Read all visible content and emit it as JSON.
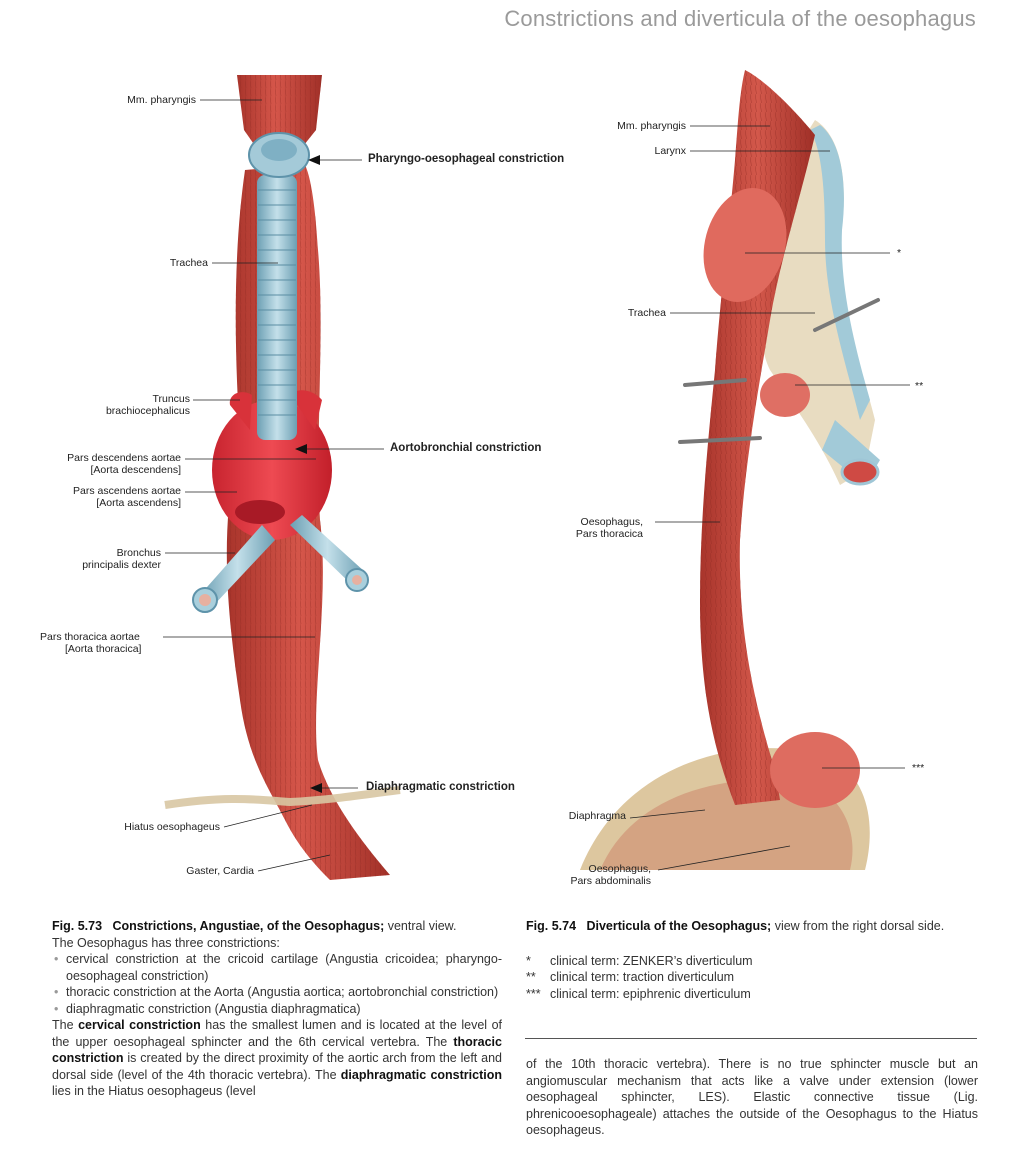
{
  "page_title": "Constrictions and diverticula of the oesophagus",
  "fig73": {
    "labels": {
      "mm_pharyngis": "Mm. pharyngis",
      "pharyngo_constriction": "Pharyngo-oesophageal constriction",
      "trachea": "Trachea",
      "truncus_1": "Truncus",
      "truncus_2": "brachiocephalicus",
      "aortobronchial": "Aortobronchial constriction",
      "pars_desc_1": "Pars descendens aortae",
      "pars_desc_2": "[Aorta descendens]",
      "pars_asc_1": "Pars ascendens aortae",
      "pars_asc_2": "[Aorta ascendens]",
      "bronchus_1": "Bronchus",
      "bronchus_2": "principalis dexter",
      "pars_thor_1": "Pars thoracica aortae",
      "pars_thor_2": "[Aorta thoracica]",
      "diaphragmatic": "Diaphragmatic constriction",
      "hiatus": "Hiatus oesophageus",
      "gaster": "Gaster, Cardia"
    },
    "caption": {
      "number": "Fig. 5.73",
      "title": "Constrictions, Angustiae, of the Oesophagus;",
      "view": " ventral view.",
      "intro": "The Oesophagus has three constrictions:",
      "bullets": [
        "cervical constriction at the cricoid cartilage (Angustia cricoidea; pharyngo-oesophageal constriction)",
        "thoracic constriction at the Aorta (Angustia aortica; aortobronchial constriction)",
        "diaphragmatic constriction (Angustia diaphragmatica)"
      ],
      "p1_a": "The ",
      "p1_b": "cervical constriction",
      "p1_c": " has the smallest lumen and is located at the level of the upper oesophageal sphincter and the 6th cervical vertebra. The ",
      "p1_d": "thoracic constriction",
      "p1_e": " is created by the direct proximity of the aortic arch from the left and dorsal side (level of the 4th thoracic vertebra). The ",
      "p1_f": "diaphragmatic constriction",
      "p1_g": " lies in the Hiatus oesophageus (level"
    }
  },
  "fig74": {
    "labels": {
      "mm_pharyngis": "Mm. pharyngis",
      "larynx": "Larynx",
      "star1": "*",
      "trachea": "Trachea",
      "star2": "**",
      "oes_thor_1": "Oesophagus,",
      "oes_thor_2": "Pars thoracica",
      "star3": "***",
      "diaphragma": "Diaphragma",
      "oes_abd_1": "Oesophagus,",
      "oes_abd_2": "Pars abdominalis"
    },
    "caption": {
      "number": "Fig. 5.74",
      "title": "Diverticula of the Oesophagus;",
      "view": " view from the right dorsal side.",
      "notes": [
        {
          "mark": "*",
          "text": "clinical term: ZENKER’s diverticulum"
        },
        {
          "mark": "**",
          "text": "clinical term: traction diverticulum"
        },
        {
          "mark": "***",
          "text": "clinical term: epiphrenic diverticulum"
        }
      ]
    },
    "continuation": "of the 10th thoracic vertebra). There is no true sphincter muscle but an angiomuscular mechanism that acts like a valve under extension (lower oesophageal sphincter, LES). Elastic connective tissue (Lig. phrenicooesophageale) attaches the outside of the Oesophagus to the Hiatus oesophageus."
  },
  "colors": {
    "muscle": "#c8453a",
    "muscle_dark": "#9e2f27",
    "aorta": "#d8323a",
    "cartilage": "#9fc6d6",
    "cartilage_dark": "#5e93aa",
    "connective": "#e6dcc2",
    "title_gray": "#9a9a9a"
  }
}
